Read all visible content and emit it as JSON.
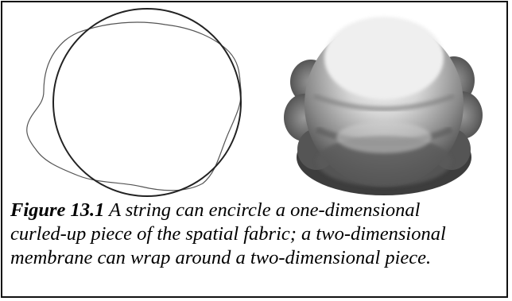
{
  "figure": {
    "label": "Figure 13.1",
    "caption_lines": [
      "A string can encircle a one-dimensional",
      "curled-up piece of the spatial fabric; a two-dimensional",
      "membrane can wrap around a two-dimensional piece."
    ]
  },
  "colors": {
    "border": "#111111",
    "line": "#222222",
    "sphere_highlight": "#f2f2f2",
    "sphere_shadow": "#3a3a3a"
  }
}
